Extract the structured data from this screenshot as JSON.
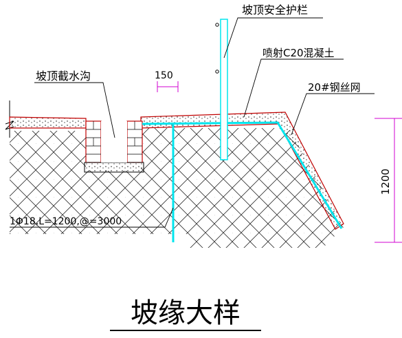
{
  "labels": {
    "guardrail": "坡顶安全护栏",
    "shotcrete": "喷射C20混凝土",
    "mesh": "20#钢丝网",
    "ditch": "坡顶截水沟",
    "dim_width": "150",
    "dim_height": "1200",
    "rebar": "1Φ18,L=1200,@=3000",
    "title": "坡缘大样"
  },
  "colors": {
    "line": "#000000",
    "concrete": "#c00000",
    "rebar": "#00e5ee"
  }
}
